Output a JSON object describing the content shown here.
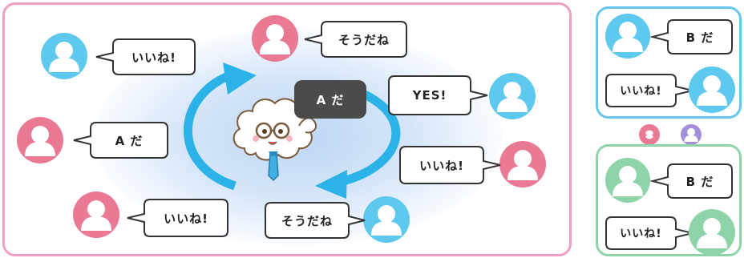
{
  "colors": {
    "main_border": "#ef9fc1",
    "blue_avatar": "#5ec8ef",
    "pink_avatar": "#ea7a94",
    "green_avatar": "#8fd3a8",
    "purple_avatar": "#a28fd8",
    "arrow": "#2bb3e8",
    "dialog": "#4b4b4b"
  },
  "main": {
    "center_dialog": "A だ",
    "bubbles": {
      "top_left": "いいね!",
      "top_center": "そうだね",
      "right_upper": "YES!",
      "left_middle": "A だ",
      "right_lower": "いいね!",
      "bottom_left": "いいね!",
      "bottom_center": "そうだね"
    }
  },
  "side_top": {
    "bubble_upper": "B だ",
    "bubble_lower": "いいね!"
  },
  "side_bottom": {
    "bubble_upper": "B だ",
    "bubble_lower": "いいね!"
  }
}
